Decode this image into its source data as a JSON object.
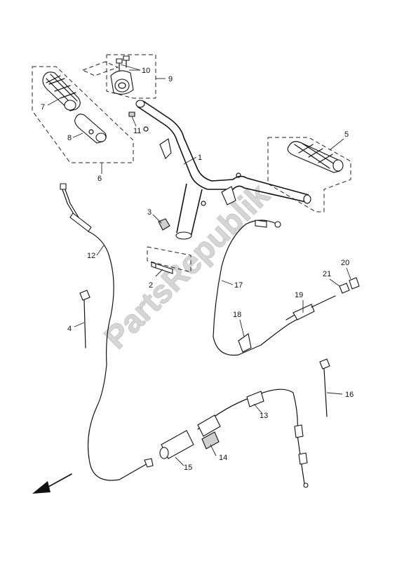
{
  "watermark": "PartsRepublik",
  "callouts": [
    {
      "id": "label-1",
      "text": "1"
    },
    {
      "id": "label-2",
      "text": "2"
    },
    {
      "id": "label-3",
      "text": "3"
    },
    {
      "id": "label-4",
      "text": "4"
    },
    {
      "id": "label-5",
      "text": "5"
    },
    {
      "id": "label-6",
      "text": "6"
    },
    {
      "id": "label-7",
      "text": "7"
    },
    {
      "id": "label-8",
      "text": "8"
    },
    {
      "id": "label-9",
      "text": "9"
    },
    {
      "id": "label-10",
      "text": "10"
    },
    {
      "id": "label-11",
      "text": "11"
    },
    {
      "id": "label-12",
      "text": "12"
    },
    {
      "id": "label-13",
      "text": "13"
    },
    {
      "id": "label-14",
      "text": "14"
    },
    {
      "id": "label-15",
      "text": "15"
    },
    {
      "id": "label-16",
      "text": "16"
    },
    {
      "id": "label-17",
      "text": "17"
    },
    {
      "id": "label-18",
      "text": "18"
    },
    {
      "id": "label-19",
      "text": "19"
    },
    {
      "id": "label-20",
      "text": "20"
    },
    {
      "id": "label-21",
      "text": "21"
    }
  ]
}
